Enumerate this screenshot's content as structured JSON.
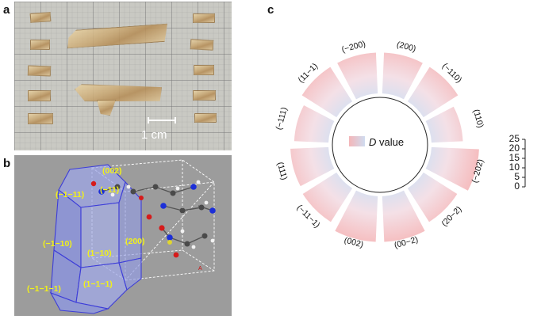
{
  "panels": {
    "a": {
      "letter": "a",
      "scale_bar_label": "1 cm"
    },
    "b": {
      "letter": "b",
      "face_labels": {
        "f002": "(002)",
        "f_m1m111": "(−1−11)",
        "f_m111": "(−11)",
        "f_m1m110": "(−1−10)",
        "f1m10": "(1−10)",
        "f200": "(200)",
        "f_m1m1m11": "(−1−1−1)",
        "f1m1m1": "(1−1−1)"
      },
      "axis_marker": "A"
    },
    "c": {
      "letter": "c",
      "legend_text_italic": "D",
      "legend_text_rest": " value"
    }
  },
  "chart_data": {
    "type": "polar-bar",
    "categories": [
      "(200)",
      "(−110)",
      "(110)",
      "(−202)",
      "(20−2)",
      "(00−2)",
      "(002)",
      "(−11−1)",
      "(111)",
      "(−111)",
      "(11−1)",
      "(−200)"
    ],
    "values": [
      21.5,
      21.5,
      16.5,
      25,
      21,
      24,
      24,
      21,
      20,
      18,
      21.5,
      21.5
    ],
    "radial_axis": {
      "ticks": [
        "0",
        "5",
        "10",
        "15",
        "20",
        "25"
      ],
      "range": [
        0,
        25
      ]
    },
    "legend": "D value",
    "colors": {
      "petal_outer": "#f4b6b8",
      "petal_inner": "#cfdcf0"
    }
  }
}
